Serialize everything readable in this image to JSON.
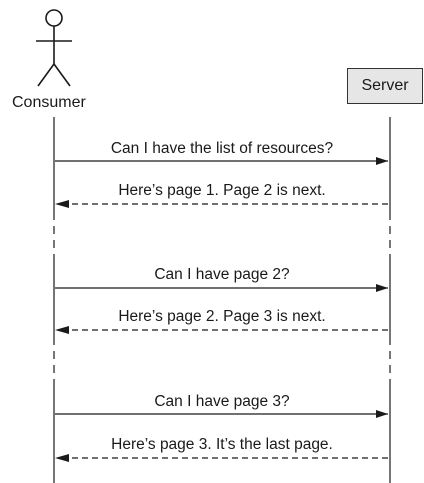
{
  "participants": {
    "consumer": {
      "label": "Consumer",
      "icon": "stick-figure-icon"
    },
    "server": {
      "label": "Server",
      "box_color": "#e6e6e6"
    }
  },
  "messages": [
    {
      "direction": "request",
      "text": "Can I have the list of resources?"
    },
    {
      "direction": "response",
      "text": "Here’s page 1. Page 2 is next."
    },
    {
      "direction": "request",
      "text": "Can I have page 2?"
    },
    {
      "direction": "response",
      "text": "Here’s page 2. Page 3 is next."
    },
    {
      "direction": "request",
      "text": "Can I have page 3?"
    },
    {
      "direction": "response",
      "text": "Here’s page 3. It’s the last page."
    }
  ]
}
